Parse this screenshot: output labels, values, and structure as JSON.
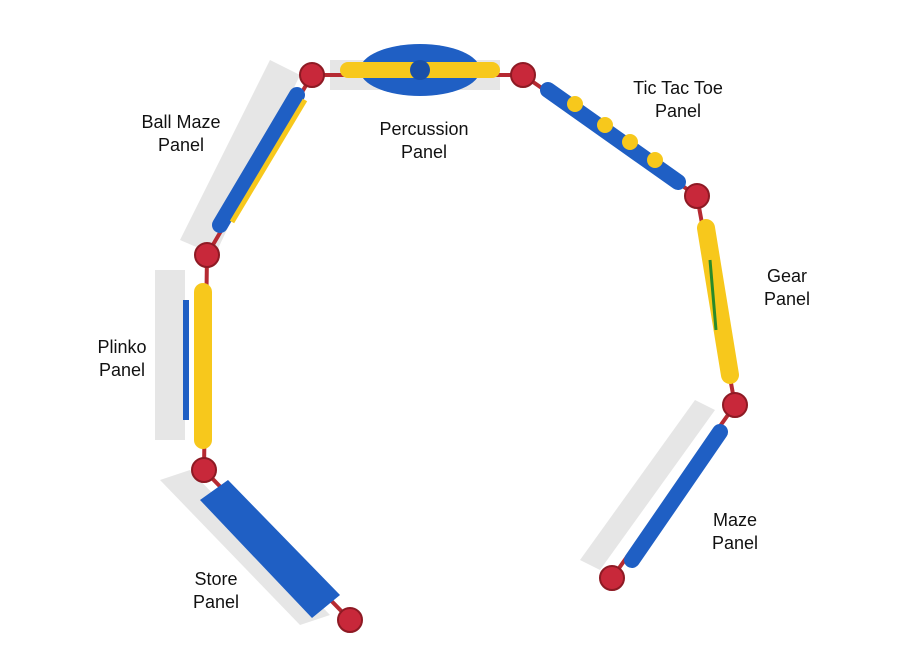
{
  "panels": [
    {
      "id": "ball-maze",
      "line1": "Ball Maze",
      "line2": "Panel"
    },
    {
      "id": "percussion",
      "line1": "Percussion",
      "line2": "Panel"
    },
    {
      "id": "tic-tac-toe",
      "line1": "Tic Tac Toe",
      "line2": "Panel"
    },
    {
      "id": "gear",
      "line1": "Gear",
      "line2": "Panel"
    },
    {
      "id": "plinko",
      "line1": "Plinko",
      "line2": "Panel"
    },
    {
      "id": "maze",
      "line1": "Maze",
      "line2": "Panel"
    },
    {
      "id": "store",
      "line1": "Store",
      "line2": "Panel"
    }
  ],
  "colors": {
    "post": "#c8283a",
    "blue": "#1f5fc4",
    "yellow": "#f7c81c",
    "shadow": "#d6d6d6"
  }
}
